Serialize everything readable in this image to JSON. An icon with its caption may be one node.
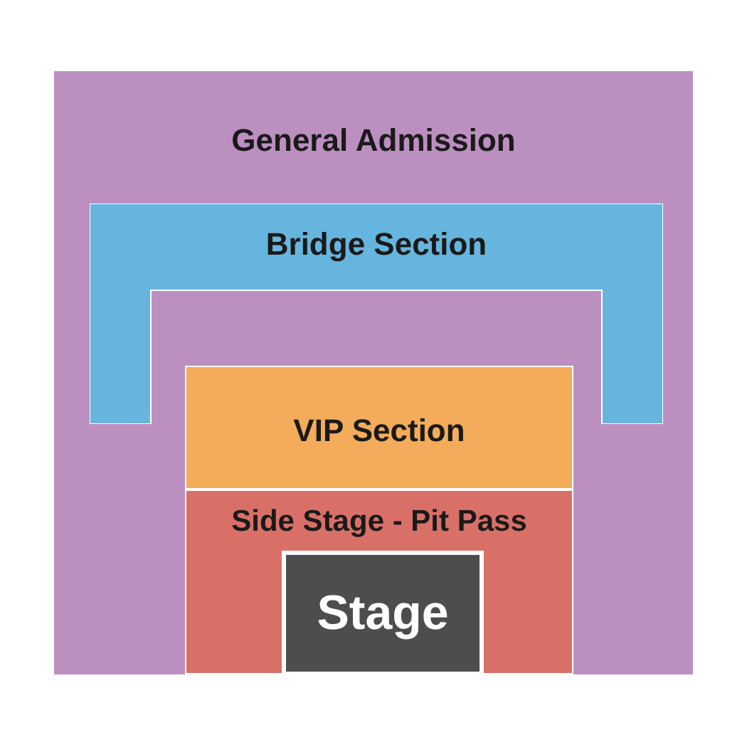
{
  "diagram": {
    "nodes": [
      {
        "text": [
          "General Admission"
        ]
      },
      {
        "text": [
          "Bridge Section"
        ],
        "in": 0
      },
      {
        "text": [
          "VIP Section"
        ],
        "in": 0
      },
      {
        "text": [
          "Side Stage - Pit Pass"
        ],
        "in": 0
      },
      {
        "text": [
          "Stage"
        ],
        "in": 3
      }
    ],
    "edges": []
  }
}
